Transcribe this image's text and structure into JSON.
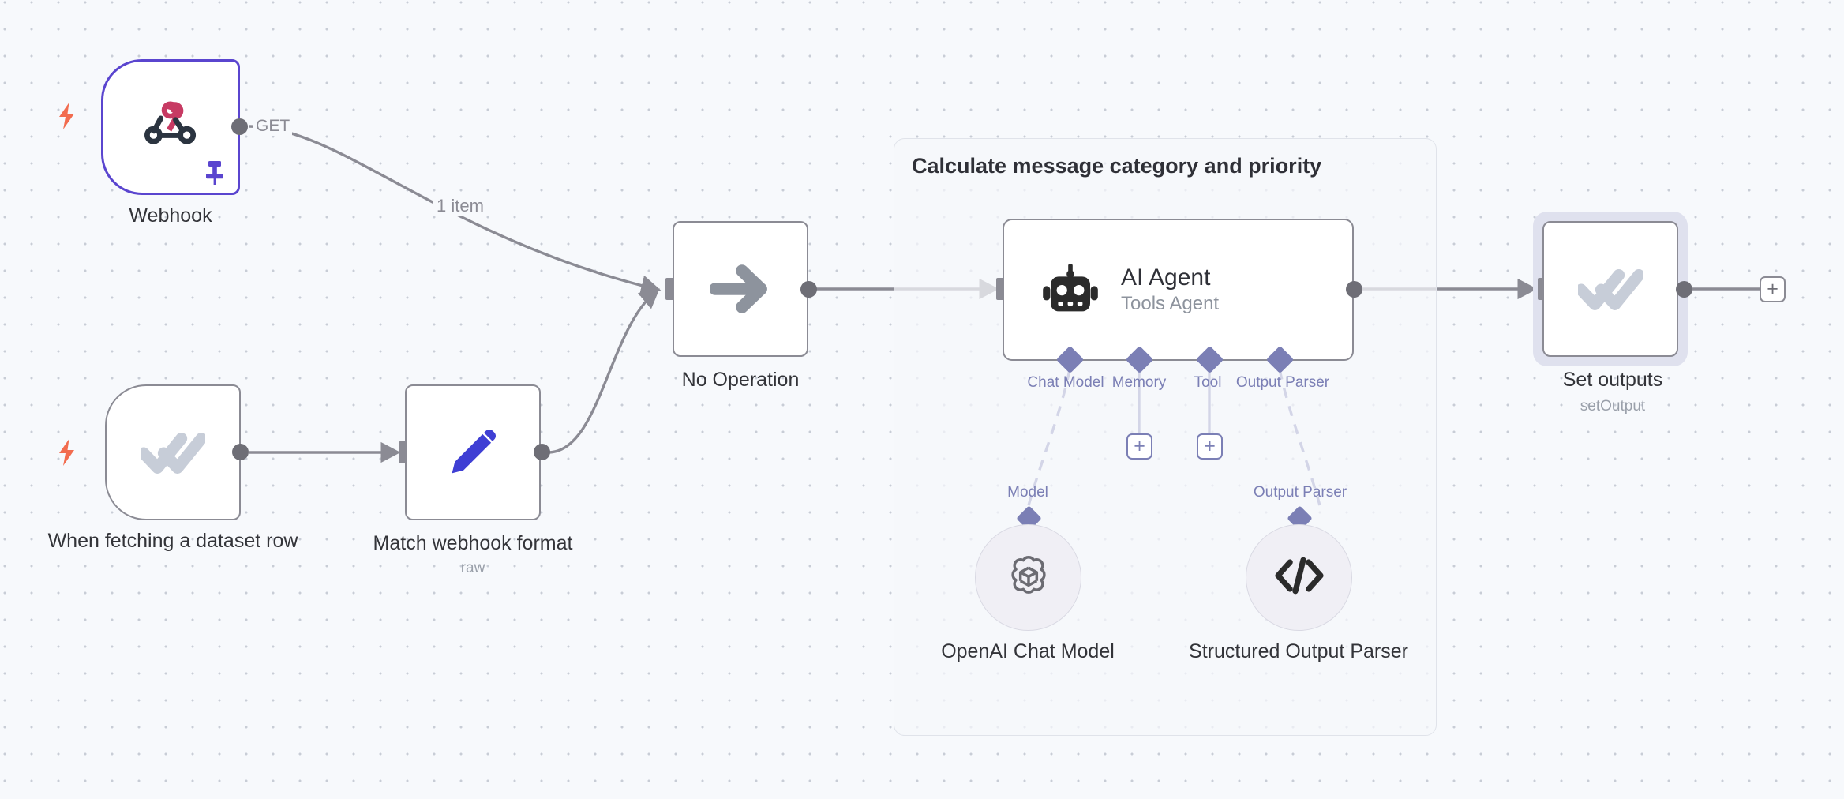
{
  "canvas": {
    "background_color": "#f7f9fc",
    "grid_dot_color": "#c8cdd6"
  },
  "group": {
    "title": "Calculate message category and priority"
  },
  "nodes": [
    {
      "id": "webhook",
      "label": "Webhook",
      "sublabel": "",
      "icon": "webhook-icon",
      "type": "trigger",
      "accent": "#5a45cf",
      "pinned": true,
      "output_label": "GET"
    },
    {
      "id": "when-fetching-dataset-row",
      "label": "When fetching a dataset row",
      "sublabel": "",
      "icon": "double-check-icon",
      "type": "trigger",
      "accent": "#8b8b94",
      "pinned": false,
      "output_label": ""
    },
    {
      "id": "match-webhook-format",
      "label": "Match webhook format",
      "sublabel": "raw",
      "icon": "pencil-icon",
      "type": "action",
      "accent": "#3f3fd4",
      "pinned": false,
      "output_label": ""
    },
    {
      "id": "no-operation",
      "label": "No Operation",
      "sublabel": "",
      "icon": "arrow-right-icon",
      "type": "action",
      "accent": "#8b8b94",
      "pinned": false,
      "output_label": ""
    },
    {
      "id": "ai-agent",
      "label": "AI Agent",
      "sublabel": "Tools Agent",
      "icon": "robot-icon",
      "type": "agent",
      "accent": "#2b2b2b",
      "pinned": false,
      "output_label": ""
    },
    {
      "id": "set-outputs",
      "label": "Set outputs",
      "sublabel": "setOutput",
      "icon": "double-check-icon",
      "type": "action",
      "accent": "#8b8b94",
      "pinned": false,
      "selected": true,
      "output_label": ""
    }
  ],
  "sub_nodes": [
    {
      "id": "openai-chat-model",
      "label": "OpenAI Chat Model",
      "icon": "openai-icon",
      "connection_label": "Model"
    },
    {
      "id": "structured-output-parser",
      "label": "Structured Output Parser",
      "icon": "code-brackets-icon",
      "connection_label": "Output Parser"
    }
  ],
  "agent_ports": [
    {
      "id": "chat-model",
      "label": "Chat Model",
      "has_plus": false
    },
    {
      "id": "memory",
      "label": "Memory",
      "has_plus": true
    },
    {
      "id": "tool",
      "label": "Tool",
      "has_plus": true
    },
    {
      "id": "output-parser",
      "label": "Output Parser",
      "has_plus": false
    }
  ],
  "connections": [
    {
      "from": "webhook",
      "to": "no-operation",
      "label": "1 item",
      "port_label": "GET"
    },
    {
      "from": "when-fetching-dataset-row",
      "to": "match-webhook-format",
      "label": ""
    },
    {
      "from": "match-webhook-format",
      "to": "no-operation",
      "label": ""
    },
    {
      "from": "no-operation",
      "to": "ai-agent",
      "label": ""
    },
    {
      "from": "ai-agent",
      "to": "set-outputs",
      "label": ""
    }
  ],
  "buttons": {
    "add_node_plus": "+",
    "add_memory_plus": "+",
    "add_tool_plus": "+"
  }
}
